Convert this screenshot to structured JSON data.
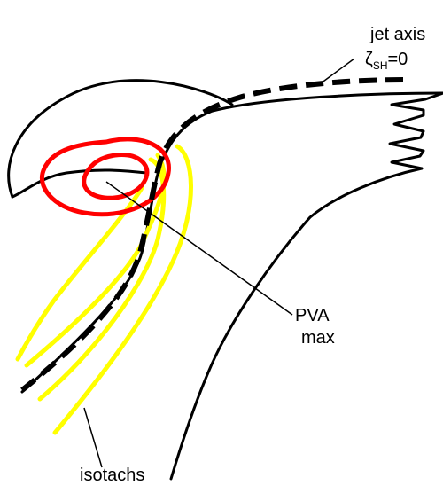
{
  "labels": {
    "jet_axis": "jet axis",
    "zeta_symbol": "ζ",
    "zeta_subscript": "SH",
    "zeta_value": "=0",
    "pva_line1": "PVA",
    "pva_line2": "max",
    "isotachs": "isotachs"
  },
  "colors": {
    "outline": "#000000",
    "jet_axis_dash": "#000000",
    "isotach": "#ffff00",
    "pva_contour": "#ff0000",
    "background": "#ffffff"
  }
}
